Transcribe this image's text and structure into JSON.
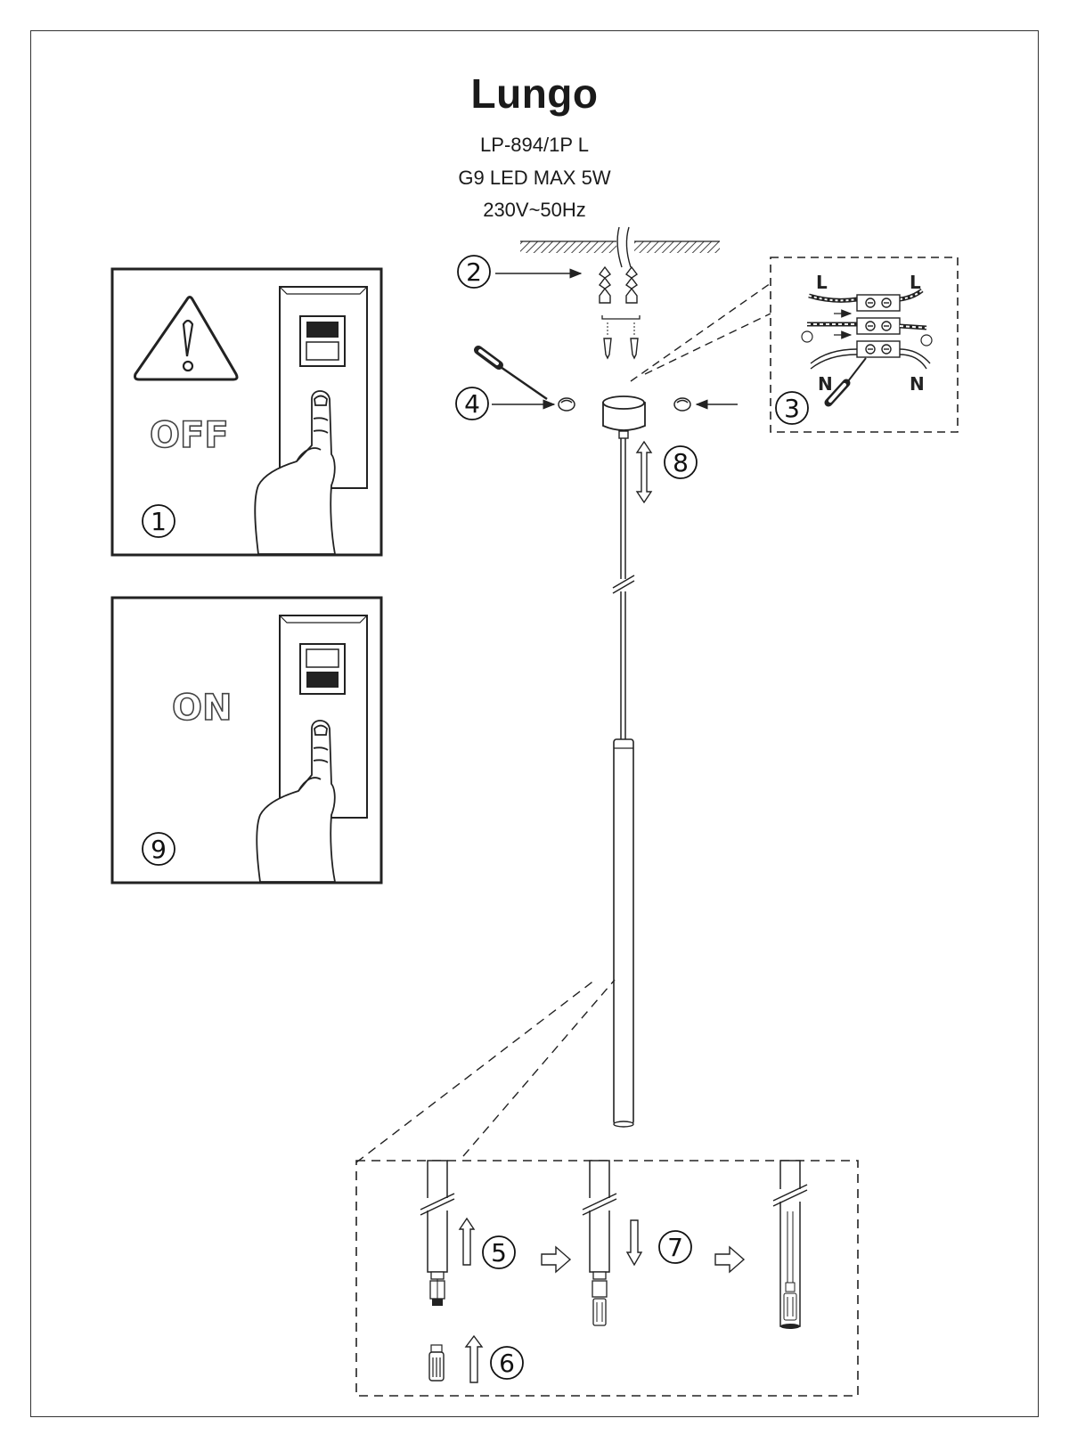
{
  "title": "Lungo",
  "specs": {
    "model": "LP-894/1P L",
    "bulb": "G9 LED MAX 5W",
    "voltage": "230V~50Hz"
  },
  "switch_panels": {
    "off_label": "OFF",
    "on_label": "ON"
  },
  "wiring": {
    "live_left": "L",
    "live_right": "L",
    "neutral_left": "N",
    "neutral_right": "N"
  },
  "steps": [
    "1",
    "2",
    "3",
    "4",
    "5",
    "6",
    "7",
    "8",
    "9"
  ],
  "icons": [
    "warning-icon",
    "switch-icon",
    "hand-icon",
    "screwdriver-icon",
    "wall-plug-icon",
    "screw-icon",
    "arrow-icon",
    "g9-bulb-icon"
  ]
}
